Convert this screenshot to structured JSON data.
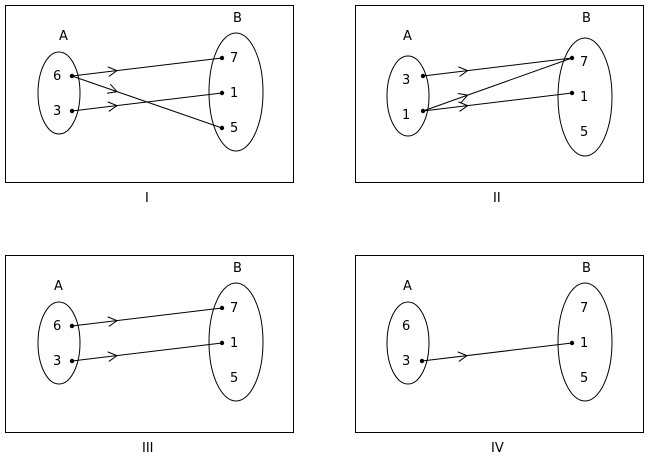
{
  "panels": [
    {
      "caption": "I",
      "set_a": {
        "label": "A",
        "elements": [
          "6",
          "3"
        ]
      },
      "set_b": {
        "label": "B",
        "elements": [
          "7",
          "1",
          "5"
        ]
      },
      "mappings": [
        {
          "from": 0,
          "to": 0
        },
        {
          "from": 0,
          "to": 2
        },
        {
          "from": 1,
          "to": 1
        }
      ]
    },
    {
      "caption": "II",
      "set_a": {
        "label": "A",
        "elements": [
          "3",
          "1"
        ]
      },
      "set_b": {
        "label": "B",
        "elements": [
          "7",
          "1",
          "5"
        ]
      },
      "mappings": [
        {
          "from": 0,
          "to": 0
        },
        {
          "from": 1,
          "to": 0
        },
        {
          "from": 1,
          "to": 1
        }
      ]
    },
    {
      "caption": "III",
      "set_a": {
        "label": "A",
        "elements": [
          "6",
          "3"
        ]
      },
      "set_b": {
        "label": "B",
        "elements": [
          "7",
          "1",
          "5"
        ]
      },
      "mappings": [
        {
          "from": 0,
          "to": 0
        },
        {
          "from": 1,
          "to": 1
        }
      ]
    },
    {
      "caption": "IV",
      "set_a": {
        "label": "A",
        "elements": [
          "6",
          "3"
        ]
      },
      "set_b": {
        "label": "B",
        "elements": [
          "7",
          "1",
          "5"
        ]
      },
      "mappings": [
        {
          "from": 1,
          "to": 1
        }
      ]
    }
  ]
}
